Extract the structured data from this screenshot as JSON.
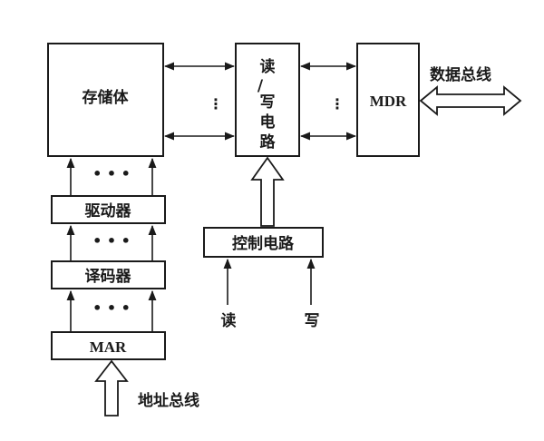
{
  "blocks": {
    "storage": "存储体",
    "rw_circuit": [
      "读",
      "/",
      "写",
      "电",
      "路"
    ],
    "mdr": "MDR",
    "driver": "驱动器",
    "decoder": "译码器",
    "mar": "MAR",
    "control": "控制电路"
  },
  "signals": {
    "data_bus": "数据总线",
    "address_bus": "地址总线",
    "read": "读",
    "write": "写"
  },
  "ellipsis": {
    "horizontal": "• • •",
    "vertical": "⋮"
  }
}
